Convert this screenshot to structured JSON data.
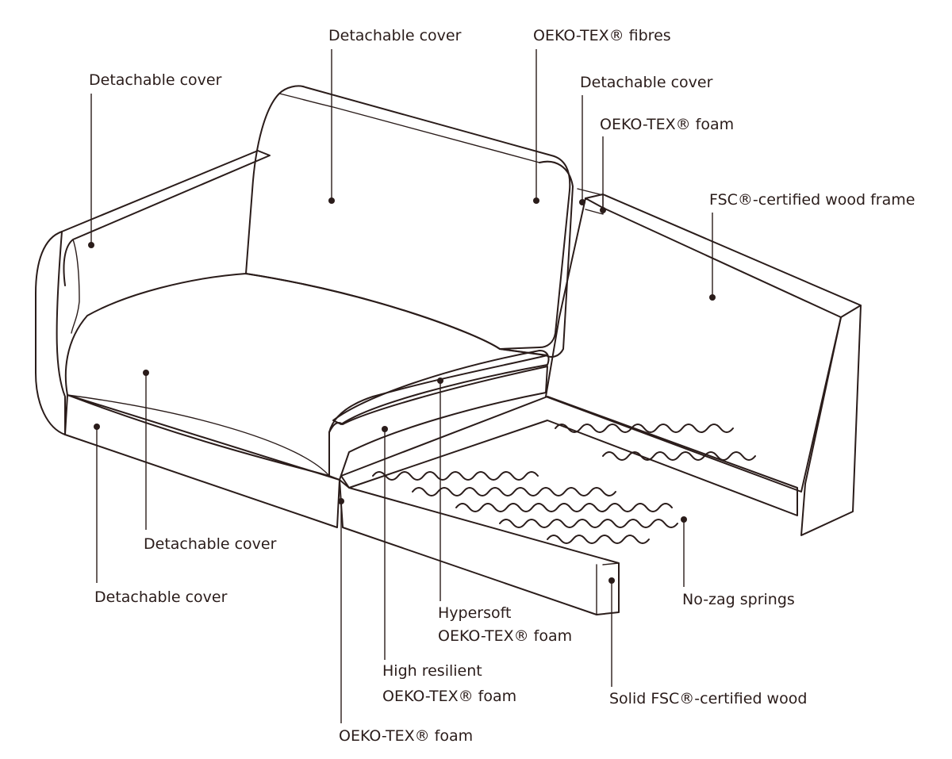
{
  "labels": {
    "cover_top": "Detachable cover",
    "fibres_top": "OEKO-TEX® fibres",
    "cover_arm_left": "Detachable cover",
    "cover_arm_right": "Detachable cover",
    "foam_arm_right": "OEKO-TEX® foam",
    "wood_frame": "FSC®-certified wood frame",
    "cover_seat": "Detachable cover",
    "cover_base": "Detachable cover",
    "hypersoft_line1": "Hypersoft",
    "hypersoft_line2": "OEKO-TEX® foam",
    "no_zag": "No-zag springs",
    "high_resilient_line1": "High resilient",
    "high_resilient_line2": "OEKO-TEX® foam",
    "solid_wood": "Solid FSC®-certified wood",
    "foam_bottom": "OEKO-TEX® foam"
  },
  "colors": {
    "line": "#2a1c1a",
    "background": "#ffffff"
  }
}
